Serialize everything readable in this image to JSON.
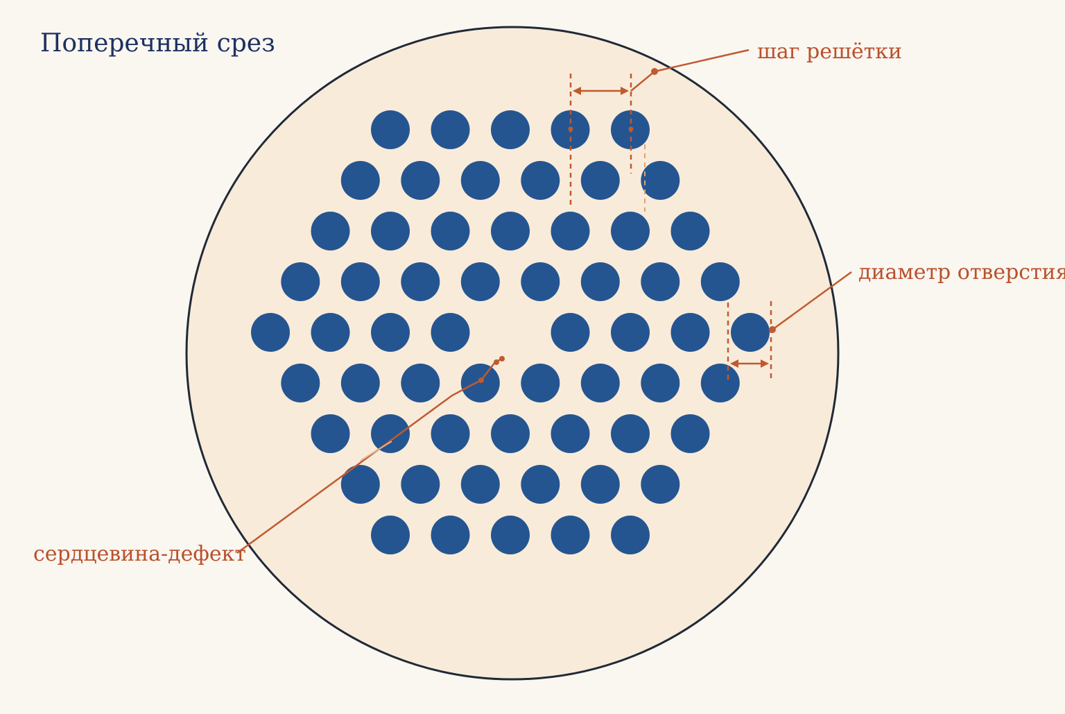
{
  "diagram": {
    "title": "Поперечный срез",
    "labels": {
      "pitch": "шаг решётки",
      "hole_diameter": "диаметр отверстия",
      "core_defect": "сердцевина-дефект"
    },
    "lattice": {
      "row_lengths": [
        5,
        6,
        7,
        8,
        9,
        8,
        7,
        6,
        5
      ],
      "missing_holes": [
        "center"
      ]
    },
    "colors": {
      "background": "#faf6f0",
      "cladding_fill": "#f8ebda",
      "cladding_outline": "#1f2a36",
      "holes": "#245590",
      "annotations": "#c05a30",
      "title": "#1d3160"
    }
  }
}
